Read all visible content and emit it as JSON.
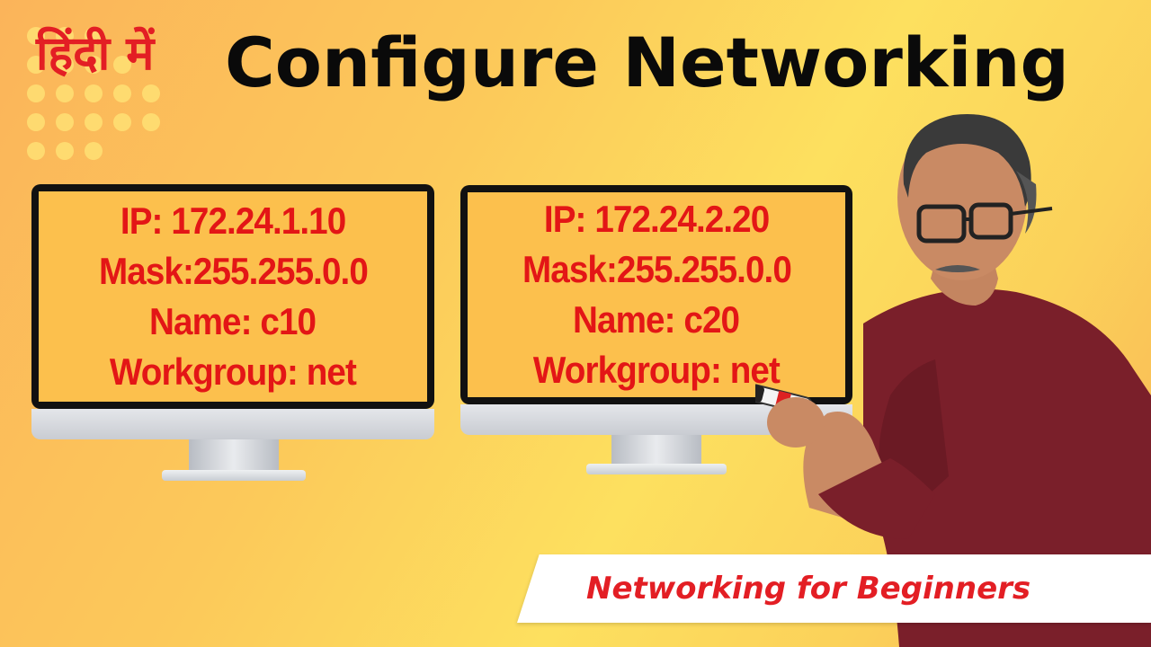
{
  "header": {
    "hindi_label": "हिंदी में",
    "title": "Configure Networking"
  },
  "monitors": [
    {
      "ip": "IP: 172.24.1.10",
      "mask": "Mask:255.255.0.0",
      "name": "Name: c10",
      "workgroup": "Workgroup: net"
    },
    {
      "ip": "IP: 172.24.2.20",
      "mask": "Mask:255.255.0.0",
      "name": "Name: c20",
      "workgroup": "Workgroup: net"
    }
  ],
  "banner": {
    "text": "Networking for Beginners"
  },
  "colors": {
    "accent_red": "#e31e24",
    "screen_yellow": "#fcc04d",
    "title_black": "#0a0a0a"
  }
}
